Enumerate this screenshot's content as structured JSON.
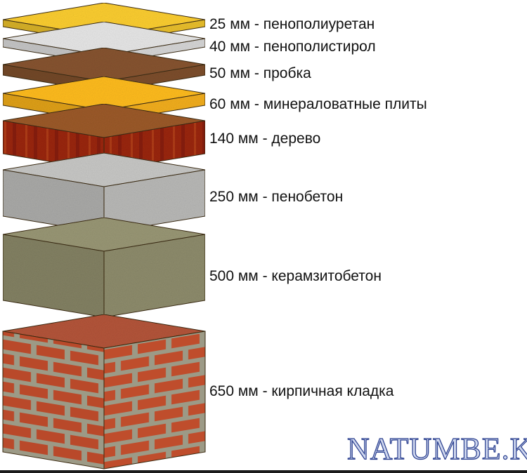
{
  "layers": [
    {
      "label": "25 мм - пенополиуретан",
      "material": "polyurethane-foam",
      "color": "#e9bf2c"
    },
    {
      "label": "40 мм - пенополистирол",
      "material": "polystyrene-foam",
      "color": "#d6d6d6"
    },
    {
      "label": "50 мм - пробка",
      "material": "cork",
      "color": "#7d4e2c"
    },
    {
      "label": "60 мм - минераловатные плиты",
      "material": "mineral-wool",
      "color": "#f2ae1c"
    },
    {
      "label": "140 мм - дерево",
      "material": "wood",
      "color": "#9a2610"
    },
    {
      "label": "250 мм - пенобетон",
      "material": "foam-concrete",
      "color": "#b9b9b7"
    },
    {
      "label": "500 мм - керамзитобетон",
      "material": "expanded-clay-concrete",
      "color": "#8e8c6c"
    },
    {
      "label": "650 мм - кирпичная кладка",
      "material": "brick-masonry",
      "color": "#b8482a"
    }
  ],
  "watermark": "NATUMBE.KZ"
}
